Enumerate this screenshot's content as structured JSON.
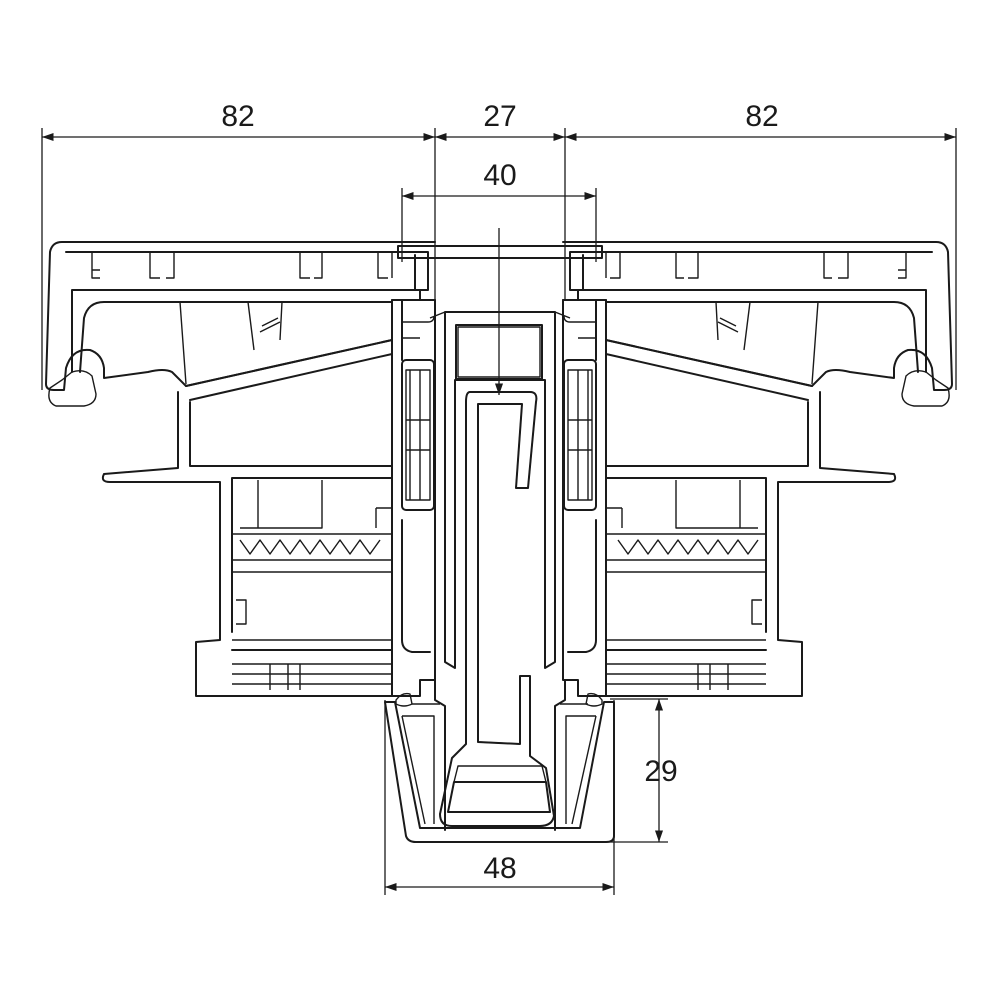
{
  "drawing": {
    "dimensions": {
      "left_width": "82",
      "center_width": "27",
      "glazing_width": "40",
      "right_width": "82",
      "bottom_width": "48",
      "bottom_height": "29"
    }
  }
}
